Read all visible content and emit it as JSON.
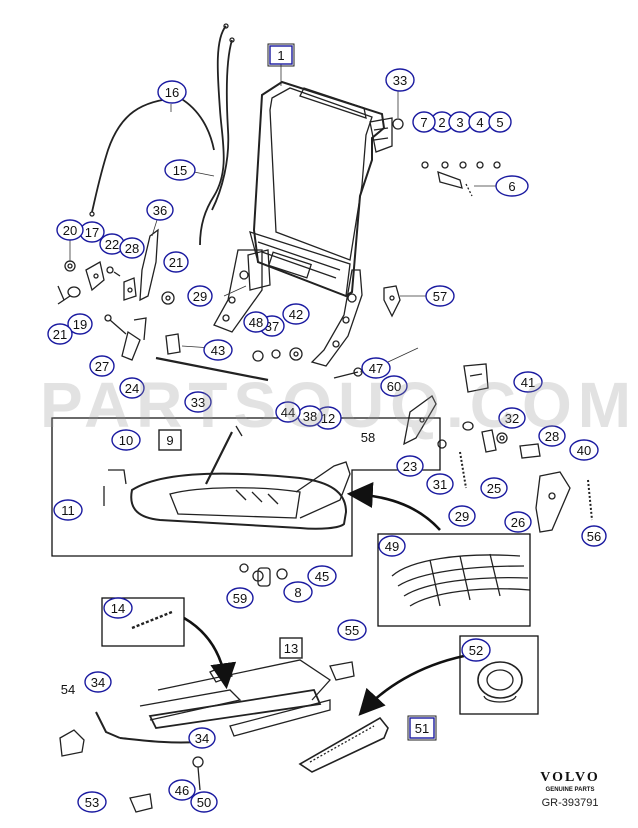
{
  "watermark": "PARTSOUQ.COM",
  "brand": {
    "logo": "VOLVO",
    "tagline": "GENUINE PARTS",
    "code": "GR-393791"
  },
  "callouts": [
    {
      "id": "c1",
      "label": "1",
      "shape": "box"
    },
    {
      "id": "c2",
      "label": "2",
      "shape": "circle"
    },
    {
      "id": "c3",
      "label": "3",
      "shape": "circle"
    },
    {
      "id": "c4",
      "label": "4",
      "shape": "circle"
    },
    {
      "id": "c5",
      "label": "5",
      "shape": "circle"
    },
    {
      "id": "c6",
      "label": "6",
      "shape": "circle"
    },
    {
      "id": "c7",
      "label": "7",
      "shape": "circle"
    },
    {
      "id": "c8",
      "label": "8",
      "shape": "circle"
    },
    {
      "id": "c9",
      "label": "9",
      "shape": "box"
    },
    {
      "id": "c10",
      "label": "10",
      "shape": "circle"
    },
    {
      "id": "c11",
      "label": "11",
      "shape": "circle"
    },
    {
      "id": "c12",
      "label": "12",
      "shape": "circle"
    },
    {
      "id": "c13",
      "label": "13",
      "shape": "box"
    },
    {
      "id": "c14",
      "label": "14",
      "shape": "circle"
    },
    {
      "id": "c15",
      "label": "15",
      "shape": "circle"
    },
    {
      "id": "c16",
      "label": "16",
      "shape": "circle"
    },
    {
      "id": "c17",
      "label": "17",
      "shape": "circle"
    },
    {
      "id": "c19",
      "label": "19",
      "shape": "circle"
    },
    {
      "id": "c20",
      "label": "20",
      "shape": "circle"
    },
    {
      "id": "c21a",
      "label": "21",
      "shape": "circle"
    },
    {
      "id": "c21b",
      "label": "21",
      "shape": "circle"
    },
    {
      "id": "c22",
      "label": "22",
      "shape": "circle"
    },
    {
      "id": "c23",
      "label": "23",
      "shape": "circle"
    },
    {
      "id": "c24",
      "label": "24",
      "shape": "circle"
    },
    {
      "id": "c25",
      "label": "25",
      "shape": "circle"
    },
    {
      "id": "c26",
      "label": "26",
      "shape": "circle"
    },
    {
      "id": "c27",
      "label": "27",
      "shape": "circle"
    },
    {
      "id": "c28a",
      "label": "28",
      "shape": "circle"
    },
    {
      "id": "c28b",
      "label": "28",
      "shape": "circle"
    },
    {
      "id": "c29a",
      "label": "29",
      "shape": "circle"
    },
    {
      "id": "c29b",
      "label": "29",
      "shape": "circle"
    },
    {
      "id": "c31",
      "label": "31",
      "shape": "circle"
    },
    {
      "id": "c32",
      "label": "32",
      "shape": "circle"
    },
    {
      "id": "c33a",
      "label": "33",
      "shape": "circle"
    },
    {
      "id": "c33b",
      "label": "33",
      "shape": "circle"
    },
    {
      "id": "c34a",
      "label": "34",
      "shape": "circle"
    },
    {
      "id": "c34b",
      "label": "34",
      "shape": "circle"
    },
    {
      "id": "c36",
      "label": "36",
      "shape": "circle"
    },
    {
      "id": "c37",
      "label": "37",
      "shape": "circle"
    },
    {
      "id": "c38",
      "label": "38",
      "shape": "circle"
    },
    {
      "id": "c40",
      "label": "40",
      "shape": "circle"
    },
    {
      "id": "c41",
      "label": "41",
      "shape": "circle"
    },
    {
      "id": "c42",
      "label": "42",
      "shape": "circle"
    },
    {
      "id": "c43",
      "label": "43",
      "shape": "circle"
    },
    {
      "id": "c44",
      "label": "44",
      "shape": "circle"
    },
    {
      "id": "c45",
      "label": "45",
      "shape": "circle"
    },
    {
      "id": "c46",
      "label": "46",
      "shape": "circle"
    },
    {
      "id": "c47",
      "label": "47",
      "shape": "circle"
    },
    {
      "id": "c48",
      "label": "48",
      "shape": "circle"
    },
    {
      "id": "c49",
      "label": "49",
      "shape": "circle"
    },
    {
      "id": "c50",
      "label": "50",
      "shape": "circle"
    },
    {
      "id": "c51",
      "label": "51",
      "shape": "box"
    },
    {
      "id": "c52",
      "label": "52",
      "shape": "circle"
    },
    {
      "id": "c53",
      "label": "53",
      "shape": "circle"
    },
    {
      "id": "c54",
      "label": "54",
      "shape": "plain"
    },
    {
      "id": "c55",
      "label": "55",
      "shape": "circle"
    },
    {
      "id": "c56",
      "label": "56",
      "shape": "circle"
    },
    {
      "id": "c57",
      "label": "57",
      "shape": "circle"
    },
    {
      "id": "c58",
      "label": "58",
      "shape": "plain"
    },
    {
      "id": "c59",
      "label": "59",
      "shape": "circle"
    },
    {
      "id": "c60",
      "label": "60",
      "shape": "circle"
    }
  ]
}
